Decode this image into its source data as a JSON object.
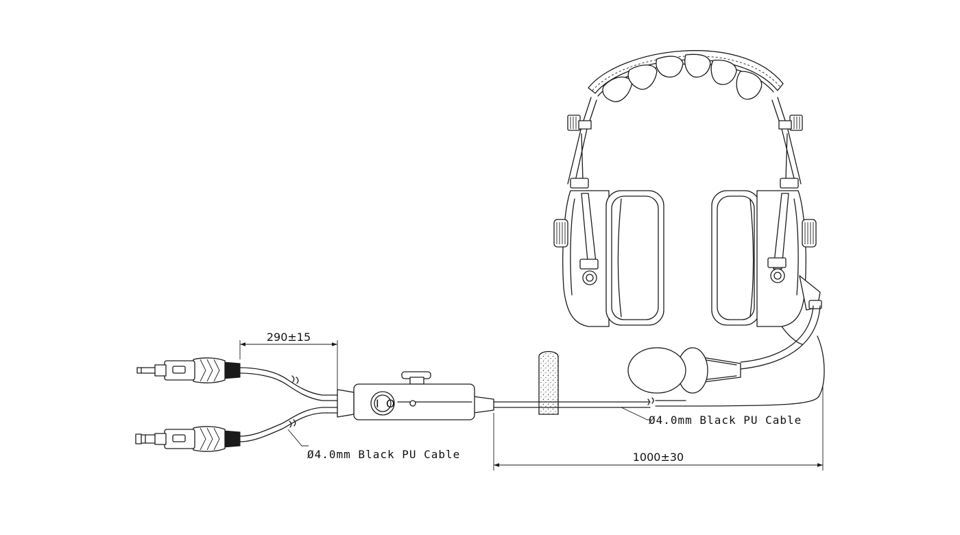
{
  "labels": {
    "cable_left": "Ø4.0mm Black PU Cable",
    "cable_right": "Ø4.0mm Black PU Cable",
    "dim_plug_branch": "290±15",
    "dim_main_cable": "1000±30"
  },
  "switch_symbols": {
    "on": "I",
    "off": "O"
  },
  "colors": {
    "line": "#1a1a1a",
    "background": "#ffffff"
  }
}
